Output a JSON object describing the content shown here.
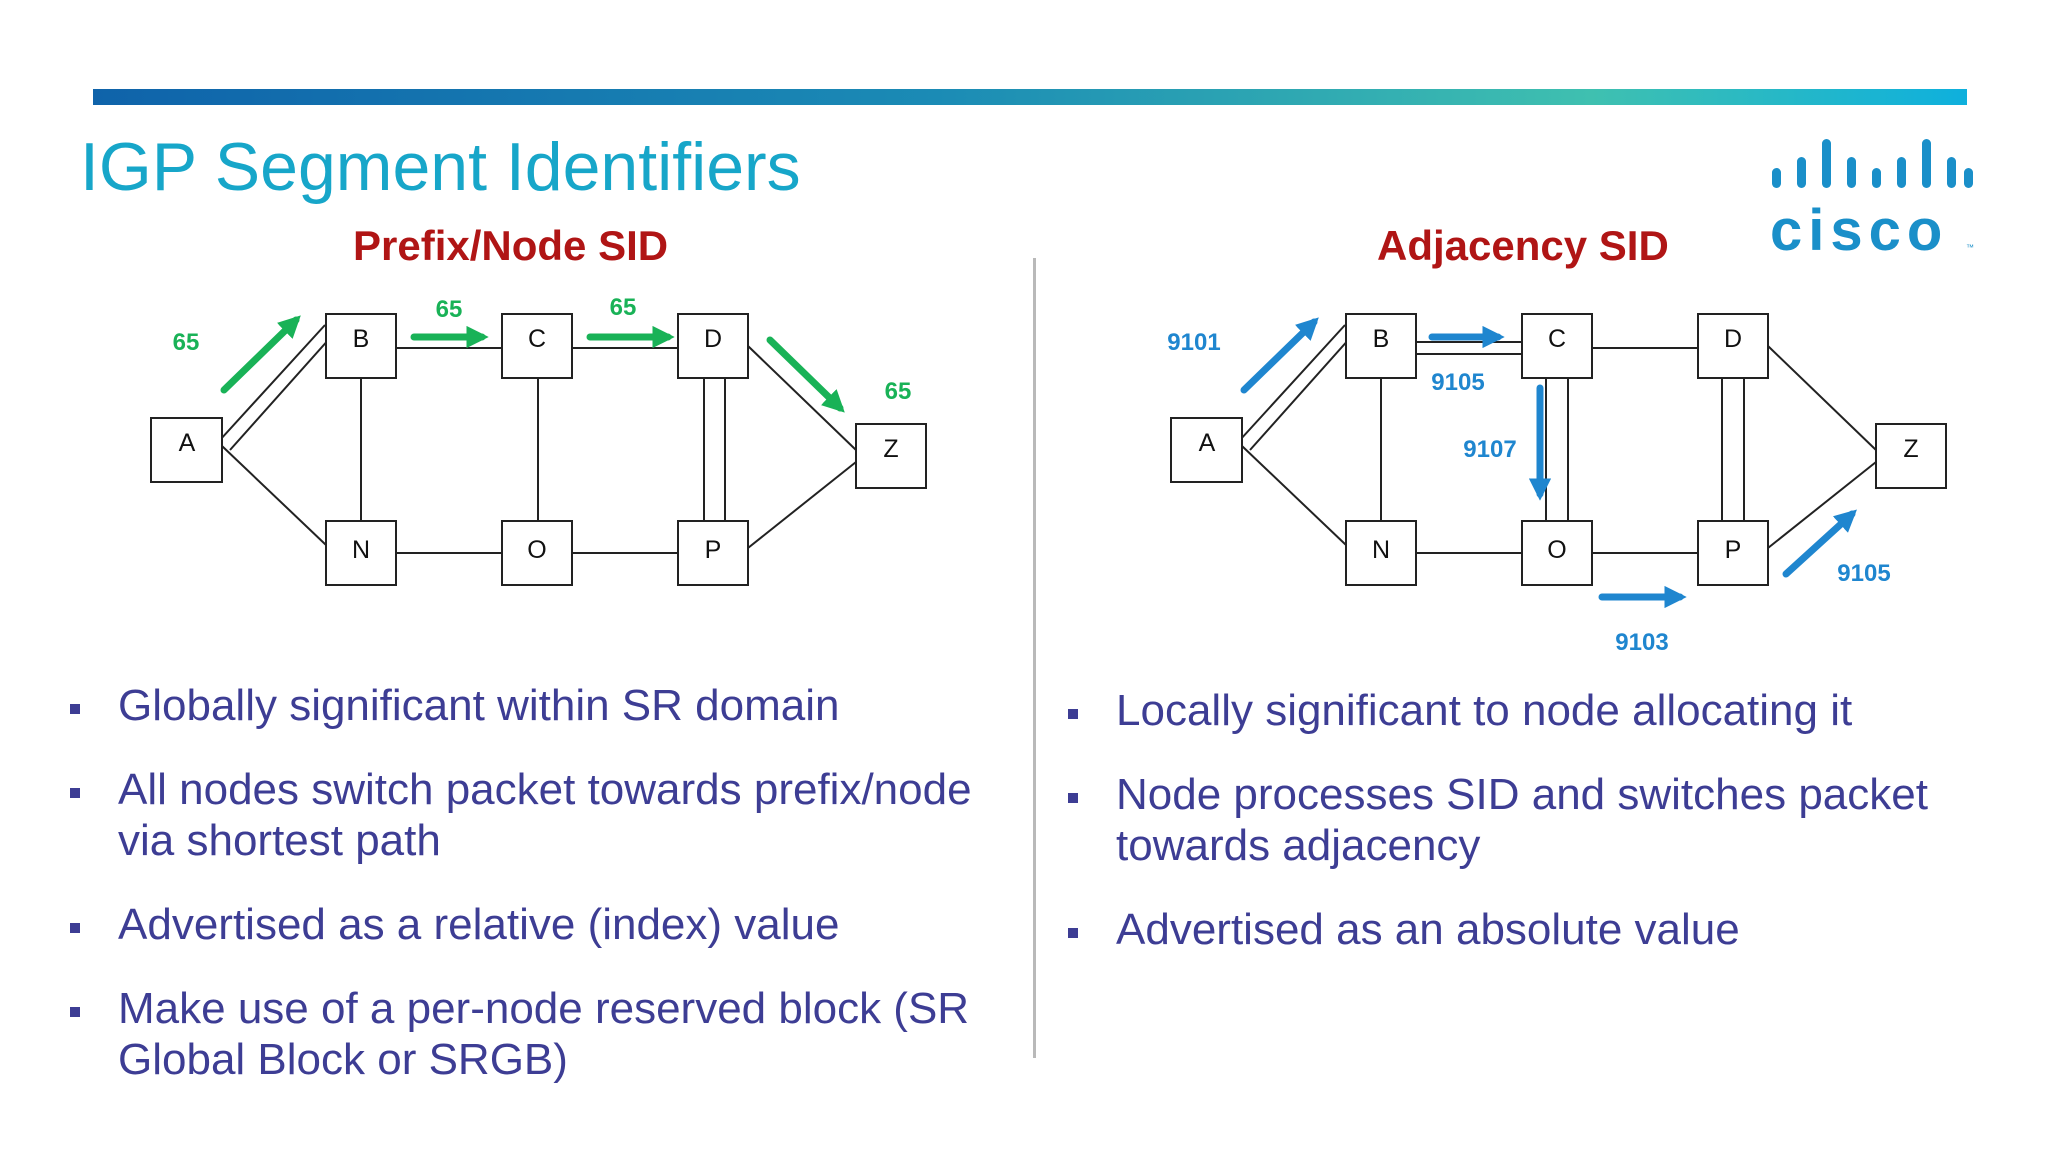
{
  "slide": {
    "title": "IGP Segment Identifiers",
    "logo_text": "cisco",
    "logo_tm": "™"
  },
  "left": {
    "heading": "Prefix/Node SID",
    "bullets": [
      "Globally significant within SR domain",
      "All nodes switch packet towards prefix/node via shortest path",
      "Advertised as a relative (index) value",
      "Make use of a per-node reserved block (SR Global Block or SRGB)"
    ],
    "diagram": {
      "nodes": [
        "A",
        "B",
        "C",
        "D",
        "Z",
        "N",
        "O",
        "P"
      ],
      "labels": [
        "65",
        "65",
        "65",
        "65"
      ],
      "arrow_color": "#19b257"
    }
  },
  "right": {
    "heading": "Adjacency SID",
    "bullets": [
      "Locally significant to node allocating it",
      "Node processes SID and switches packet towards adjacency",
      "Advertised as an absolute value"
    ],
    "diagram": {
      "nodes": [
        "A",
        "B",
        "C",
        "D",
        "Z",
        "N",
        "O",
        "P"
      ],
      "labels": [
        "9101",
        "9105",
        "9107",
        "9103",
        "9105"
      ],
      "arrow_color": "#1f86cf"
    }
  }
}
